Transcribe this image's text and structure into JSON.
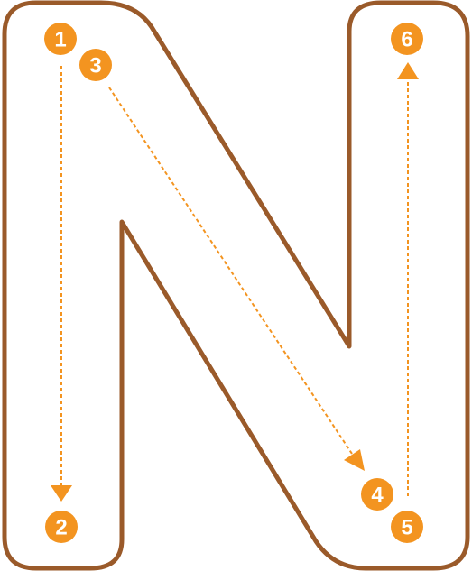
{
  "letter": "N",
  "colors": {
    "outline": "#9A5A2A",
    "guide": "#F39420",
    "marker_text": "#FFFFFF",
    "background": "#FFFFFF"
  },
  "strokes": [
    {
      "from_label": "1",
      "to_label": "2",
      "direction": "down"
    },
    {
      "from_label": "3",
      "to_label": "4",
      "direction": "down-right"
    },
    {
      "from_label": "5",
      "to_label": "6",
      "direction": "up"
    }
  ],
  "markers": [
    "1",
    "2",
    "3",
    "4",
    "5",
    "6"
  ]
}
